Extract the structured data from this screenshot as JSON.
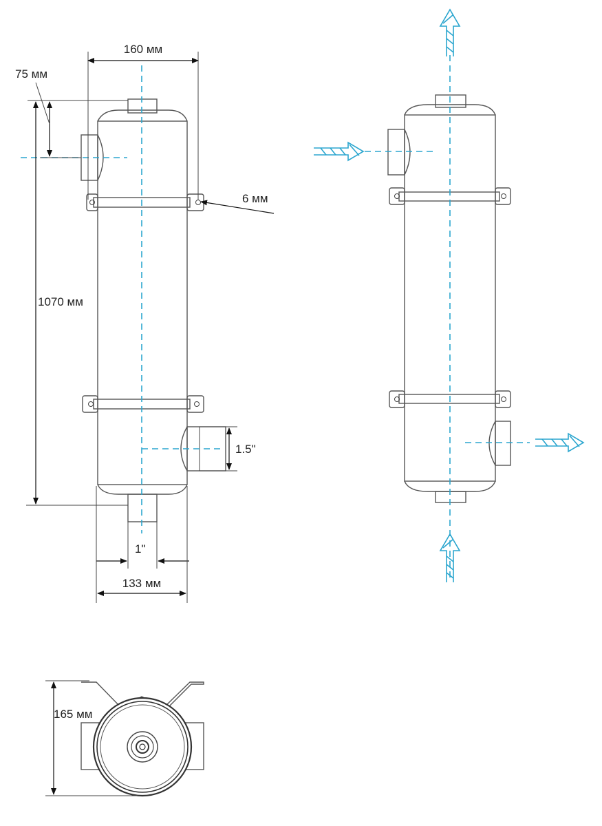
{
  "dimensions": {
    "width_top": "160 мм",
    "offset_top": "75 мм",
    "bracket_hole": "6 мм",
    "height": "1070 мм",
    "port_side": "1.5\"",
    "port_bottom": "1\"",
    "width_bottom": "133 мм",
    "depth": "165 мм"
  },
  "flow_arrows": {
    "right_view_top": "outlet",
    "right_view_left": "inlet",
    "right_view_right": "outlet",
    "right_view_bottom": "inlet"
  },
  "colors": {
    "centerline": "#2ba6cf",
    "outline": "#555555",
    "dimension": "#111111"
  }
}
